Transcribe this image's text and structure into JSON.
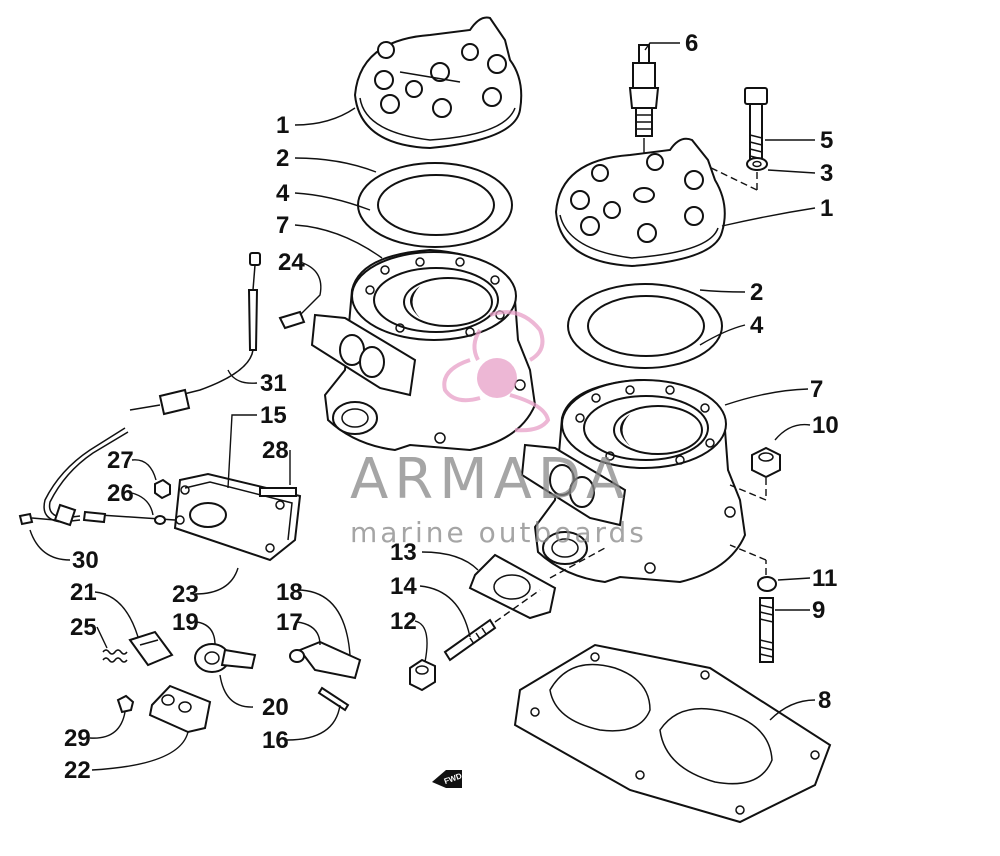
{
  "diagram": {
    "callouts": [
      "1",
      "2",
      "4",
      "7",
      "24",
      "31",
      "15",
      "28",
      "27",
      "26",
      "30",
      "23",
      "21",
      "25",
      "19",
      "18",
      "17",
      "20",
      "29",
      "22",
      "16",
      "6",
      "5",
      "3",
      "1",
      "2",
      "4",
      "7",
      "10",
      "11",
      "9",
      "13",
      "14",
      "12",
      "8"
    ],
    "fwd_label": "FWD"
  },
  "watermark": {
    "brand": "ARMADA",
    "tagline": "marine outboards",
    "colors": {
      "logo": "#e8a0c8",
      "brand": "#8a8a8a",
      "tagline": "#9a9a9a"
    }
  }
}
